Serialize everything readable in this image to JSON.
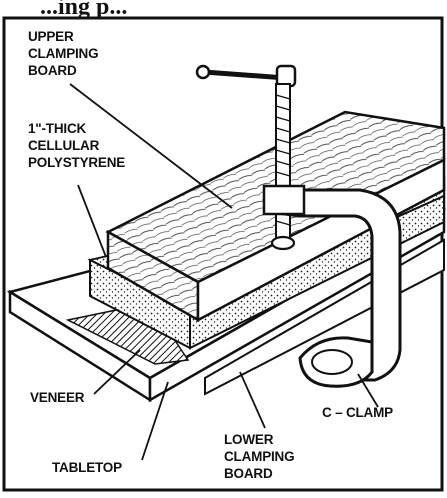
{
  "title_partial": "...ing p...",
  "labels": {
    "upper_board": [
      "UPPER",
      "CLAMPING",
      "BOARD"
    ],
    "polystyrene": [
      "1\"-THICK",
      "CELLULAR",
      "POLYSTYRENE"
    ],
    "veneer": [
      "VENEER"
    ],
    "tabletop": [
      "TABLETOP"
    ],
    "lower_board": [
      "LOWER",
      "CLAMPING",
      "BOARD"
    ],
    "c_clamp": [
      "C – CLAMP"
    ]
  },
  "icons": [
    "c-clamp-icon"
  ],
  "colors": {
    "ink": "#111111",
    "background": "#ffffff"
  }
}
